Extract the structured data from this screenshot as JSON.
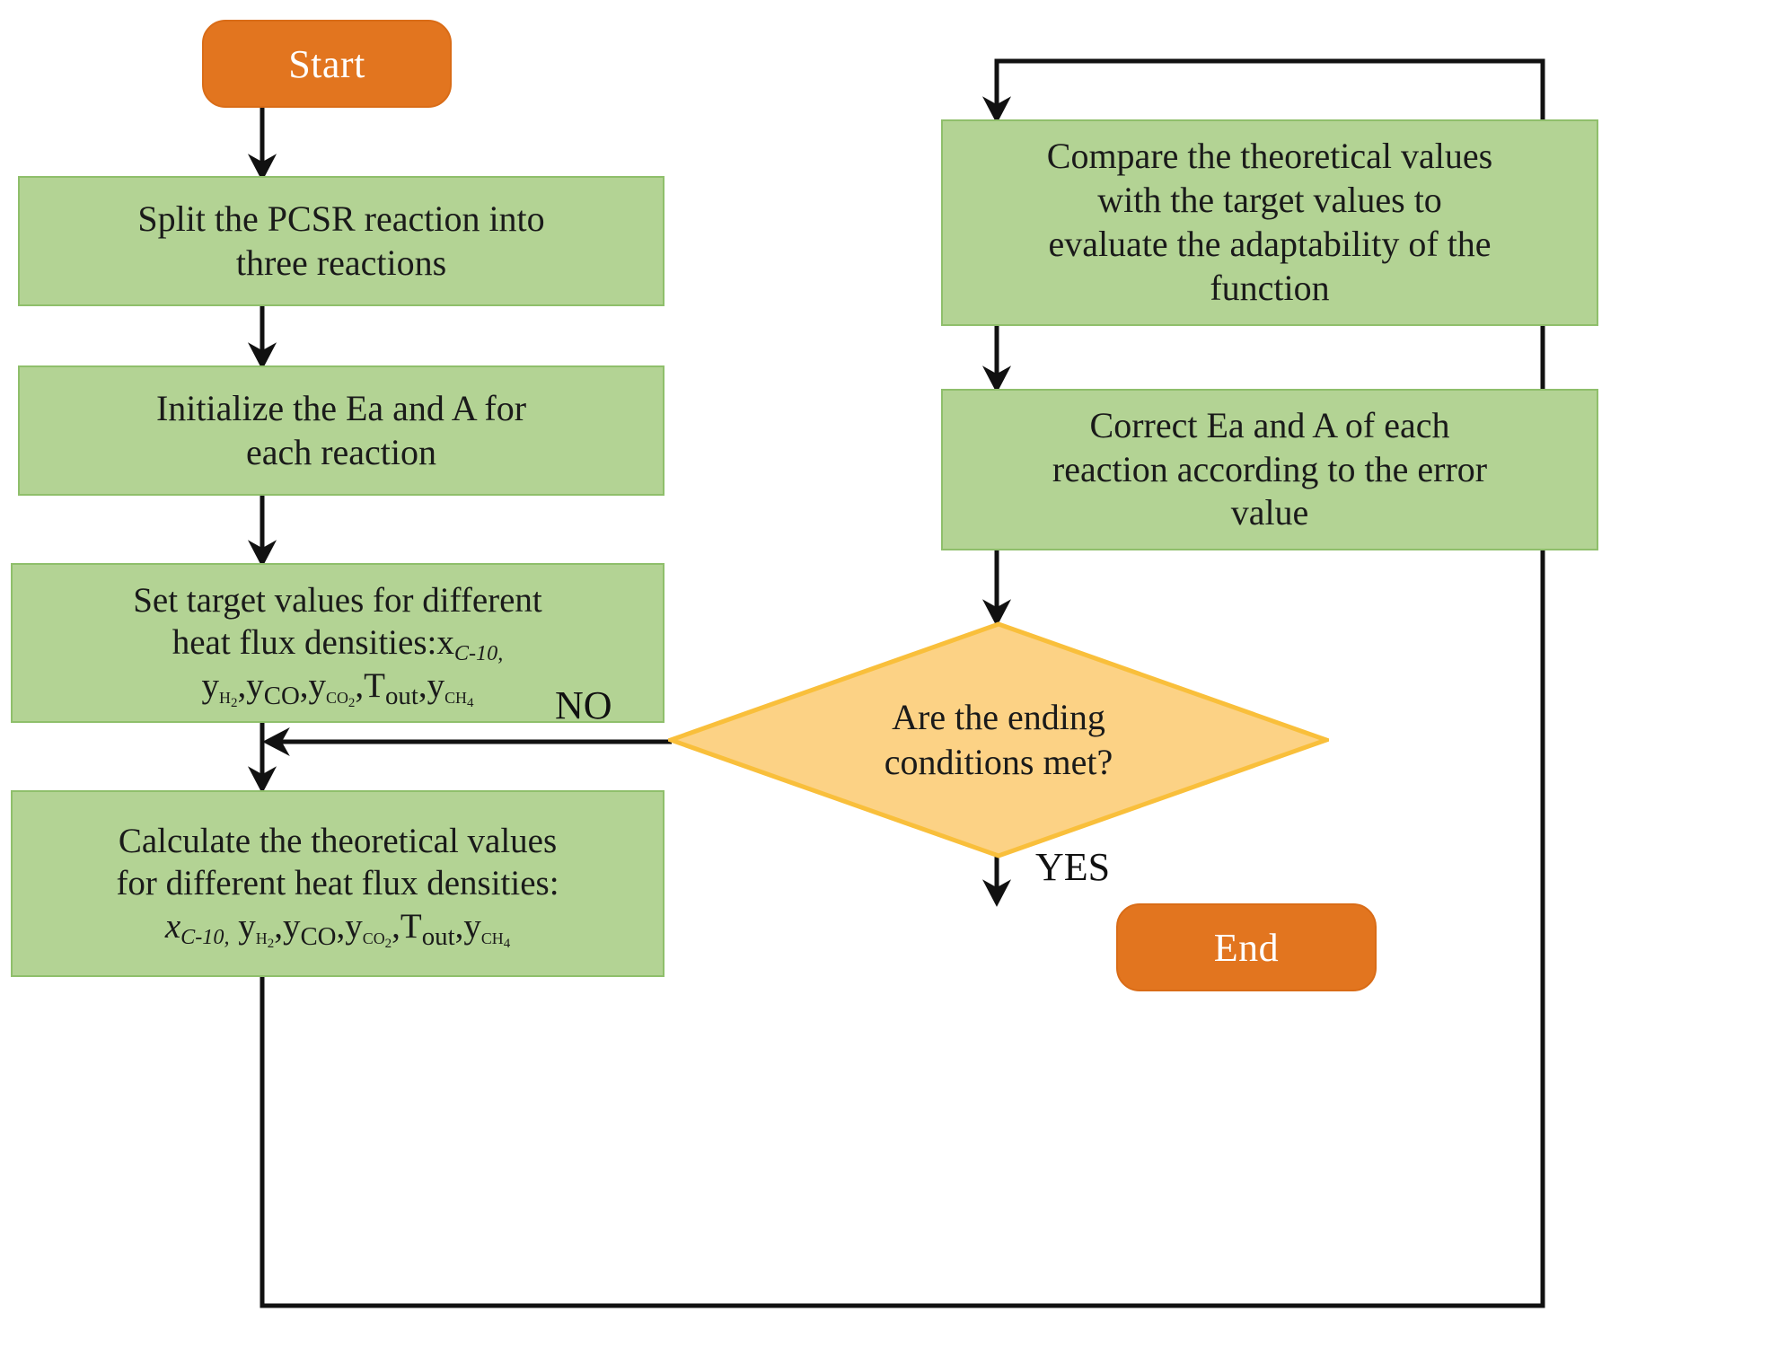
{
  "diagram": {
    "title": "PCSR reaction kinetics parameter fitting flowchart",
    "type": "flowchart",
    "colors": {
      "process_fill": "#b3d394",
      "process_border": "#8fbf6b",
      "terminator_fill": "#e2751f",
      "terminator_border": "#d96c17",
      "terminator_text": "#ffffff",
      "decision_fill": "#fcd285",
      "decision_border": "#f9bf3b",
      "connector": "#111111",
      "background": "#ffffff"
    },
    "nodes": [
      {
        "id": "start",
        "shape": "terminator",
        "label": "Start"
      },
      {
        "id": "split",
        "shape": "process",
        "label": "Split the PCSR reaction into three reactions"
      },
      {
        "id": "init",
        "shape": "process",
        "label": "Initialize the Ea and A for each reaction"
      },
      {
        "id": "set_target",
        "shape": "process",
        "label": "Set target values for different heat flux densities:x_{C-10,} y_{H2},y_{CO},y_{CO2},T_{out},y_{CH4}"
      },
      {
        "id": "calculate",
        "shape": "process",
        "label": "Calculate the theoretical values for different heat flux densities: x_{C-10,} y_{H2},y_{CO},y_{CO2},T_{out},y_{CH4}"
      },
      {
        "id": "compare",
        "shape": "process",
        "label": "Compare the theoretical values with the target values to evaluate the adaptability of the function"
      },
      {
        "id": "correct",
        "shape": "process",
        "label": "Correct Ea and A of  each reaction according to the error value"
      },
      {
        "id": "decision",
        "shape": "decision",
        "label": "Are the ending conditions met?"
      },
      {
        "id": "end",
        "shape": "terminator",
        "label": "End"
      }
    ],
    "edge_labels": {
      "no": "NO",
      "yes": "YES"
    },
    "node_text": {
      "start": "Start",
      "split_line1": "Split the PCSR reaction into",
      "split_line2": "three reactions",
      "init_line1": "Initialize the Ea and A for",
      "init_line2": "each reaction",
      "set_target_line1": "Set target values for different",
      "set_target_line2_pre": "heat flux densities:x",
      "set_target_line2_sub": "C-10,",
      "calculate_line1": "Calculate the theoretical values",
      "calculate_line2": "for different heat flux densities:",
      "calc_x": "x",
      "calc_x_sub": "C-10,",
      "species": {
        "y": "y",
        "h2": "H",
        "h2_num": "2",
        "co": "CO",
        "co2": "CO",
        "co2_num": "2",
        "T": "T",
        "out": "out",
        "ch4": "CH",
        "ch4_num": "4",
        "comma": ","
      },
      "compare_line1": "Compare the theoretical values",
      "compare_line2": "with the target values to",
      "compare_line3": "evaluate the adaptability of the",
      "compare_line4": "function",
      "correct_line1": "Correct Ea and A of  each",
      "correct_line2": "reaction according to the error",
      "correct_line3": "value",
      "decision_line1": "Are the ending",
      "decision_line2": "conditions met?",
      "end": "End"
    }
  }
}
